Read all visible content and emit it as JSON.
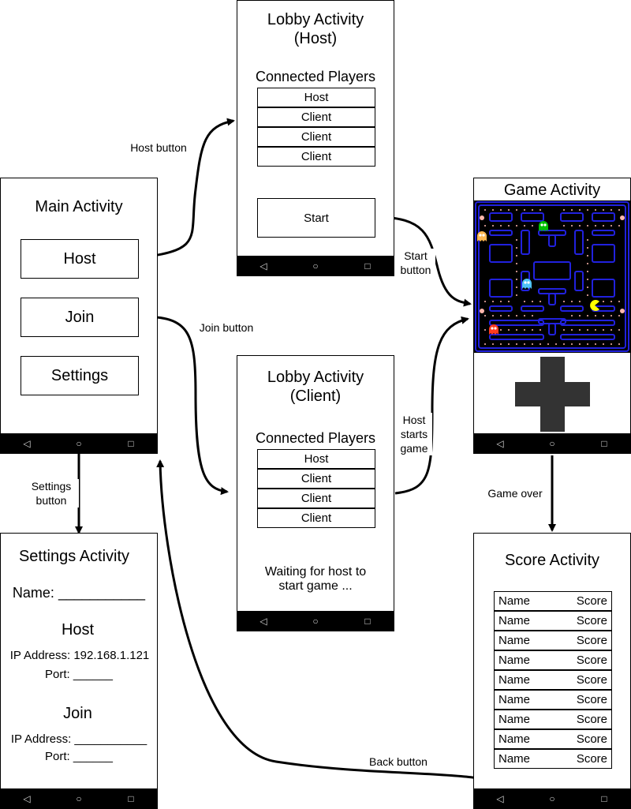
{
  "main": {
    "title": "Main Activity",
    "host_button": "Host",
    "join_button": "Join",
    "settings_button": "Settings"
  },
  "lobby_host": {
    "title_line1": "Lobby Activity",
    "title_line2": "(Host)",
    "players_heading": "Connected Players",
    "players": [
      "Host",
      "Client",
      "Client",
      "Client"
    ],
    "start_button": "Start"
  },
  "lobby_client": {
    "title_line1": "Lobby Activity",
    "title_line2": "(Client)",
    "players_heading": "Connected Players",
    "players": [
      "Host",
      "Client",
      "Client",
      "Client"
    ],
    "waiting_line1": "Waiting for host to",
    "waiting_line2": "start game ..."
  },
  "game": {
    "title": "Game Activity"
  },
  "settings": {
    "title": "Settings Activity",
    "name_label": "Name: ___________",
    "host_heading": "Host",
    "host_ip": "IP Address: 192.168.1.121",
    "host_port": "Port: ______",
    "join_heading": "Join",
    "join_ip": "IP Address: ___________",
    "join_port": "Port: ______"
  },
  "score": {
    "title": "Score Activity",
    "rows": [
      {
        "name": "Name",
        "score": "Score"
      },
      {
        "name": "Name",
        "score": "Score"
      },
      {
        "name": "Name",
        "score": "Score"
      },
      {
        "name": "Name",
        "score": "Score"
      },
      {
        "name": "Name",
        "score": "Score"
      },
      {
        "name": "Name",
        "score": "Score"
      },
      {
        "name": "Name",
        "score": "Score"
      },
      {
        "name": "Name",
        "score": "Score"
      },
      {
        "name": "Name",
        "score": "Score"
      }
    ]
  },
  "edges": {
    "host_button": "Host button",
    "join_button": "Join button",
    "start_button_line1": "Start",
    "start_button_line2": "button",
    "host_starts_line1": "Host",
    "host_starts_line2": "starts",
    "host_starts_line3": "game",
    "settings_button_line1": "Settings",
    "settings_button_line2": "button",
    "game_over": "Game over",
    "back_button": "Back button"
  },
  "navbar": {
    "back_icon": "◁",
    "home_icon": "○",
    "recent_icon": "□"
  },
  "colors": {
    "pacman_wall": "#2121de",
    "pacman_bg": "#000000",
    "pacman_yellow": "#ffff00",
    "dpad": "#333333"
  }
}
